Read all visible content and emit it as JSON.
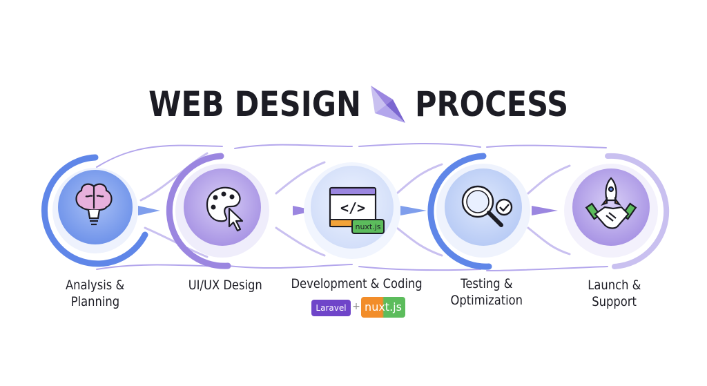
{
  "title": {
    "left": "WEB DESIGN",
    "right": "PROCESS"
  },
  "steps": [
    {
      "icon": "brain-lightbulb-icon",
      "line1": "Analysis &",
      "line2": "Planning"
    },
    {
      "icon": "palette-cursor-icon",
      "line1": "UI/UX Design",
      "line2": ""
    },
    {
      "icon": "code-window-icon",
      "line1": "Development & Coding",
      "line2": "",
      "icon_badge": "nuxt.js"
    },
    {
      "icon": "magnifier-check-icon",
      "line1": "Testing &",
      "line2": "Optimization"
    },
    {
      "icon": "rocket-handshake-icon",
      "line1": "Launch &",
      "line2": "Support"
    }
  ],
  "tech": {
    "laravel": "Laravel",
    "separator": "+",
    "nuxt": "nuxt.js"
  },
  "colors": {
    "blue": "#5f86e8",
    "purple": "#9b86e0",
    "lavender": "#c9c0f0",
    "text": "#1c1c24",
    "laravel": "#6f45c9",
    "nuxt_orange": "#f28d2a",
    "nuxt_green": "#5cbc5c"
  }
}
